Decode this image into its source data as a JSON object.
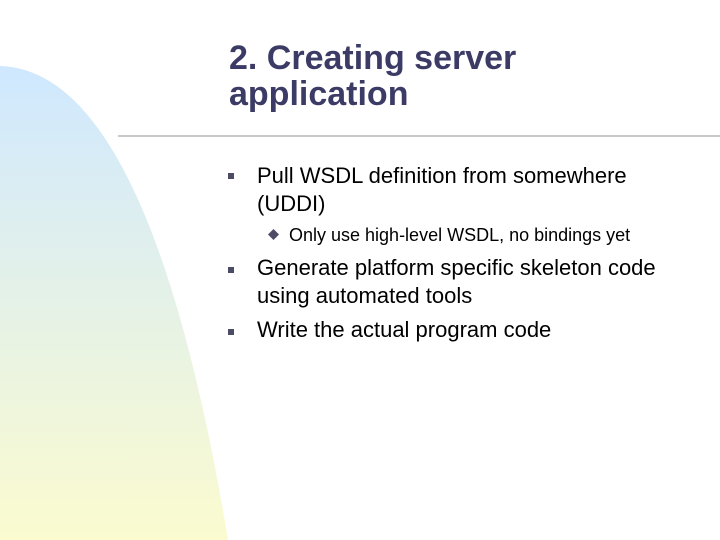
{
  "slide": {
    "title_line1": "2. Creating server",
    "title_line2": "application",
    "bullets": [
      {
        "line1": "Pull WSDL definition from somewhere",
        "line2": "(UDDI)",
        "sub": "Only use high-level WSDL, no bindings yet"
      },
      {
        "line1": "Generate platform specific skeleton code",
        "line2": "using automated tools"
      },
      {
        "line1": "Write the actual program code"
      }
    ]
  },
  "colors": {
    "title": "#3b3b66",
    "gradient_top": "#cfe8ff",
    "gradient_bottom": "#fbfbcf",
    "rule": "#c9c9c9",
    "bullet_marker": "#4c4c66"
  },
  "icons": {
    "level1_marker": "square-bullet-icon",
    "level2_marker": "diamond-bullet-icon"
  }
}
